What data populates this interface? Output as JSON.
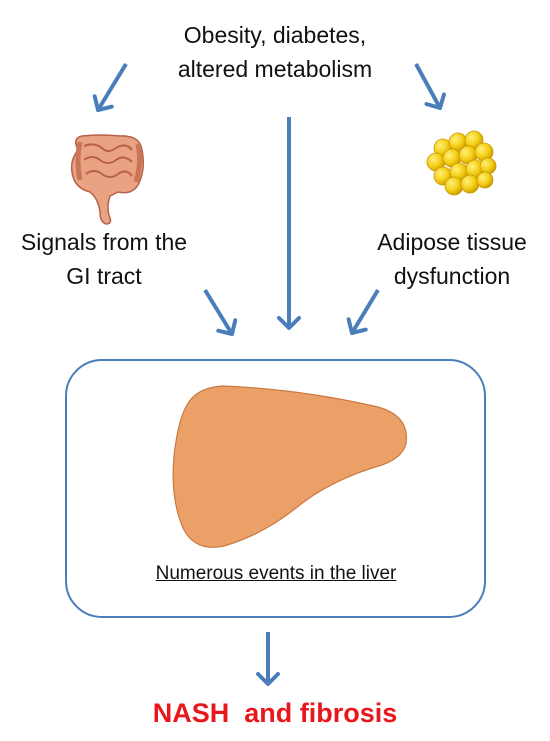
{
  "top_factors": {
    "line1": "Obesity, diabetes,",
    "line2": "altered metabolism"
  },
  "gi_signals": {
    "line1": "Signals from the",
    "line2": "GI tract",
    "icon": "intestine-icon"
  },
  "adipose": {
    "line1": "Adipose tissue",
    "line2": "dysfunction",
    "icon": "fat-cells-icon"
  },
  "liver_box": {
    "caption": "Numerous events in the liver",
    "icon": "liver-icon"
  },
  "result": {
    "text": "NASH  and fibrosis"
  },
  "colors": {
    "arrow": "#4a7ebb",
    "box_border": "#4a7ebb",
    "liver": "#eba067",
    "fat": "#f3cc12",
    "result_text": "#e8171c"
  }
}
